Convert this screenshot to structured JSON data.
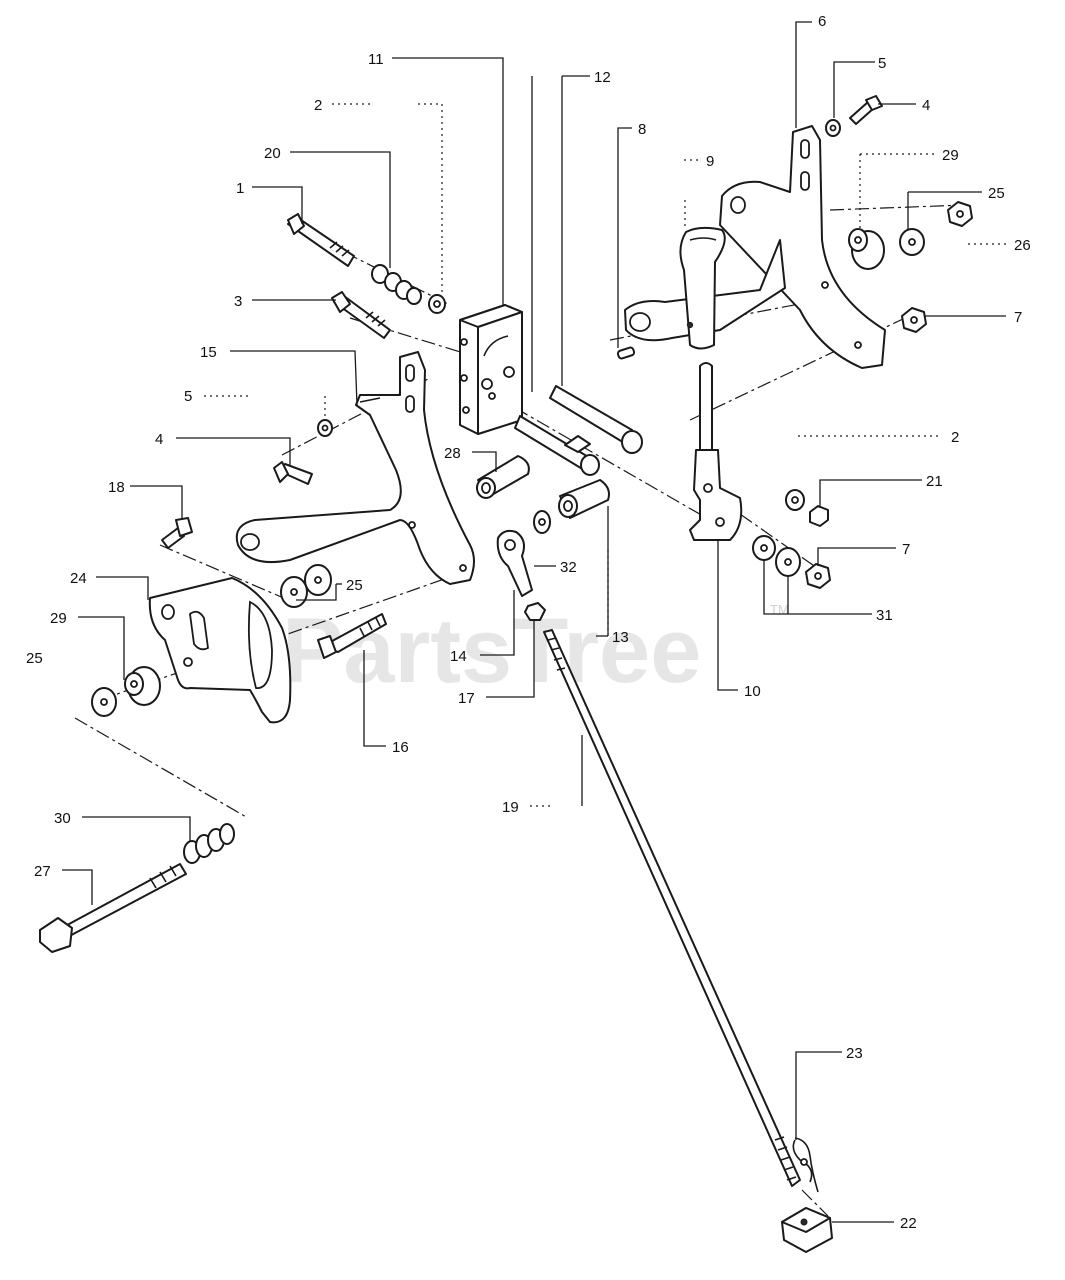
{
  "watermark": {
    "text": "PartsTree",
    "trademark": "TM"
  },
  "callouts": {
    "c1": "1",
    "c2a": "2",
    "c2b": "2",
    "c3": "3",
    "c4a": "4",
    "c4b": "4",
    "c5a": "5",
    "c5b": "5",
    "c6": "6",
    "c7a": "7",
    "c7b": "7",
    "c8": "8",
    "c9": "9",
    "c10": "10",
    "c11": "11",
    "c12": "12",
    "c13": "13",
    "c14": "14",
    "c15": "15",
    "c16": "16",
    "c17": "17",
    "c18": "18",
    "c19": "19",
    "c20": "20",
    "c21": "21",
    "c22": "22",
    "c23": "23",
    "c24": "24",
    "c25a": "25",
    "c25b": "25",
    "c25c": "25",
    "c26": "26",
    "c27": "27",
    "c28": "28",
    "c29a": "29",
    "c29b": "29",
    "c30": "30",
    "c31": "31",
    "c32": "32"
  }
}
